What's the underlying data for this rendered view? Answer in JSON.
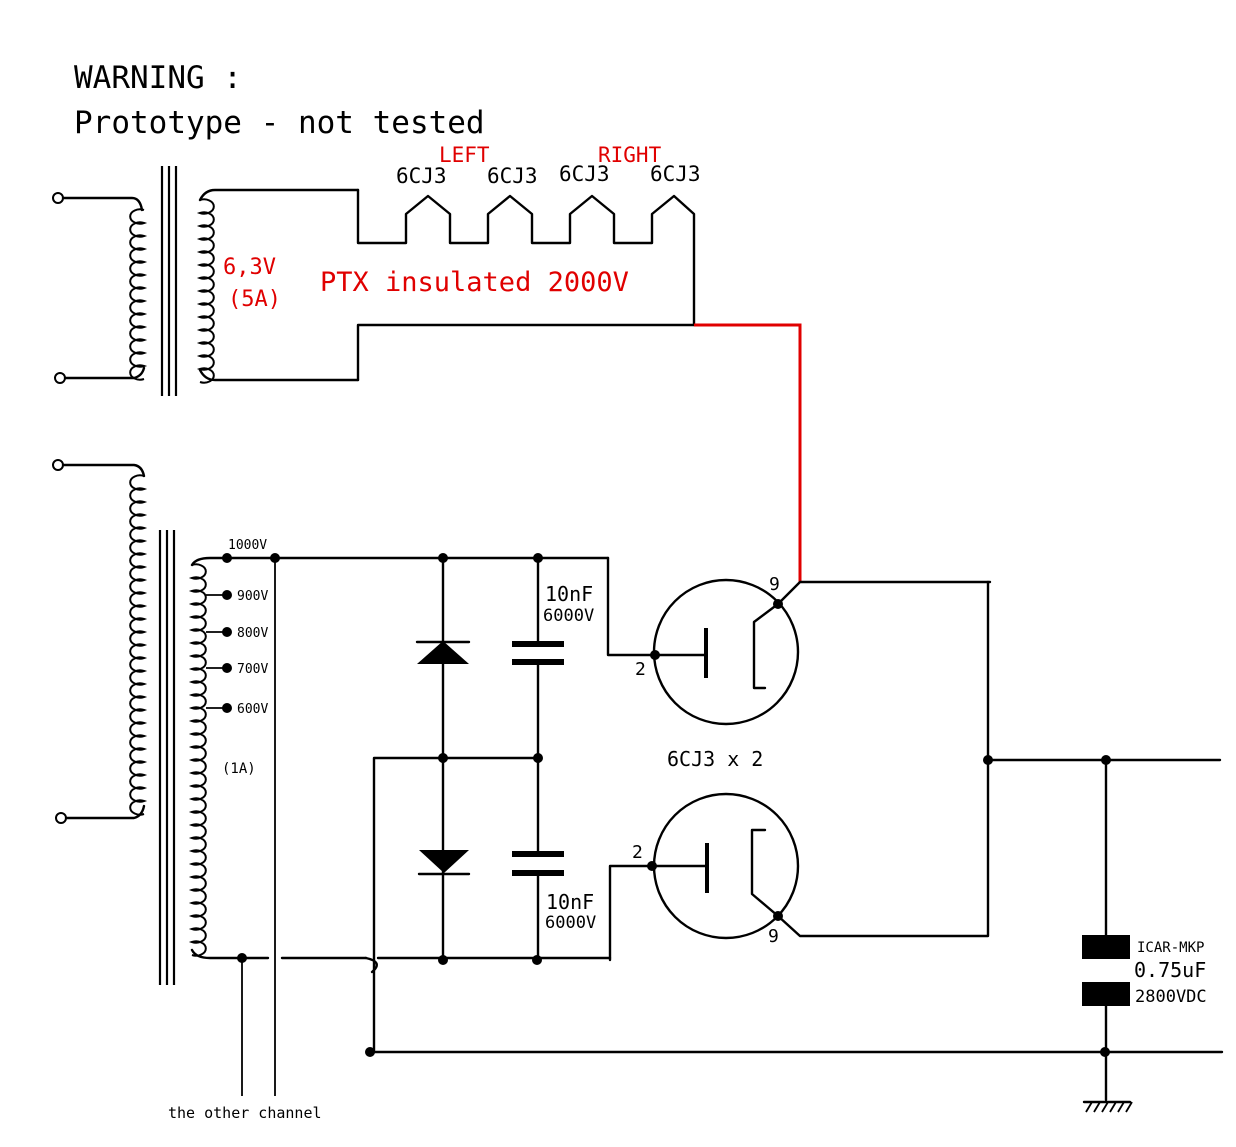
{
  "warning": {
    "line1": "WARNING :",
    "line2": "Prototype - not tested"
  },
  "heaters": {
    "left_label": "LEFT",
    "right_label": "RIGHT",
    "tubes": [
      "6CJ3",
      "6CJ3",
      "6CJ3",
      "6CJ3"
    ],
    "voltage": "6,3V",
    "current": "(5A)",
    "ptx_note": "PTX insulated 2000V"
  },
  "hv_transformer": {
    "taps": [
      "1000V",
      "900V",
      "800V",
      "700V",
      "600V"
    ],
    "current": "(1A)"
  },
  "capacitors": {
    "c_top_value": "10nF",
    "c_top_voltage": "6000V",
    "c_bottom_value": "10nF",
    "c_bottom_voltage": "6000V"
  },
  "tubes": {
    "top_cathode_pin": "9",
    "top_plate_pin": "2",
    "bottom_plate_pin": "2",
    "bottom_cathode_pin": "9",
    "label": "6CJ3 x 2"
  },
  "output_cap": {
    "type": "ICAR-MKP",
    "value": "0.75uF",
    "voltage": "2800VDC"
  },
  "other_channel": "the other channel",
  "colors": {
    "accent": "#e00000",
    "ink": "#000000"
  }
}
